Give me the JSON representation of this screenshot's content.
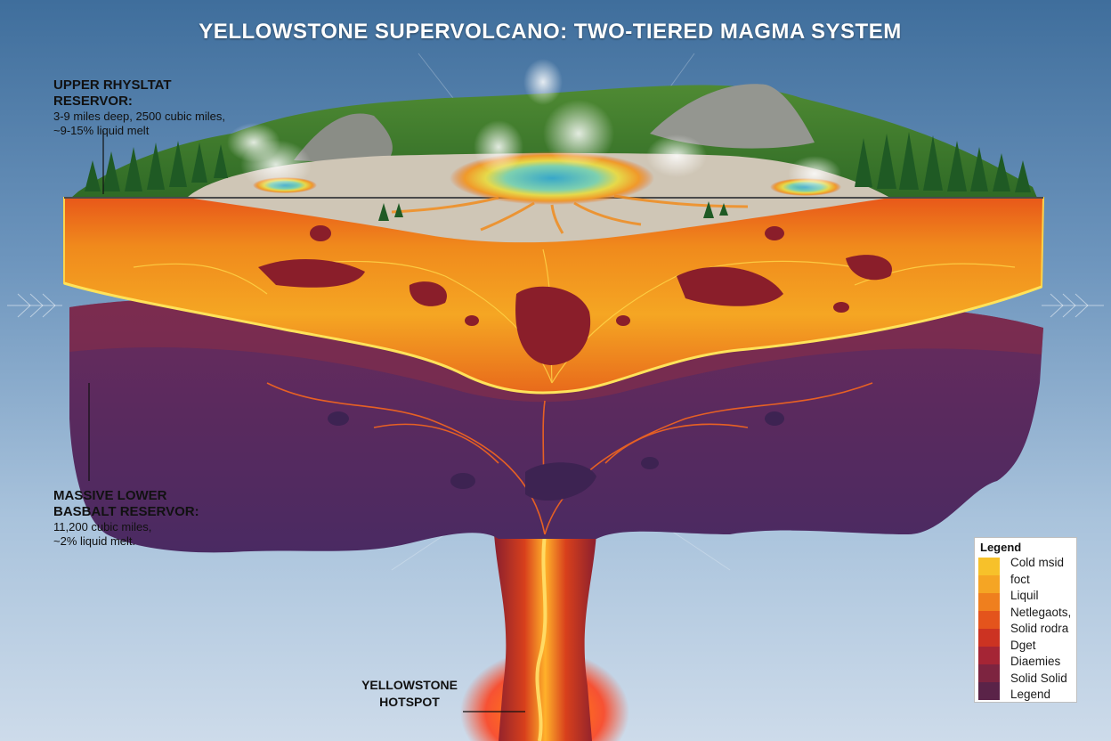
{
  "title": "YELLOWSTONE SUPERVOLCANO: TWO-TIERED MAGMA SYSTEM",
  "upper_reservoir": {
    "heading": "UPPER RHYSLTAT RESERVOR:",
    "line1": "3-9 miles deep, 2500 cubic miles,",
    "line2": "~9-15% liquid melt"
  },
  "lower_reservoir": {
    "heading1": "MASSIVE LOWER",
    "heading2": "BASBALT RESERVOR:",
    "line1": "11,200 cubic miles,",
    "line2": "~2% liquid melt."
  },
  "hotspot": {
    "line1": "YELLOWSTONE",
    "line2": "HOTSPOT"
  },
  "legend": {
    "title": "Legend",
    "items": [
      "Cold msid",
      "foct",
      "Liquil",
      "Netlegaots,",
      "Solid rodra",
      "Dget",
      "Diaemies",
      "Solid Solid",
      "Legend"
    ],
    "colors": [
      "#f7c12a",
      "#f5a524",
      "#ef7f1e",
      "#e4541c",
      "#cc3322",
      "#a52535",
      "#7d2440",
      "#5a2348",
      "#3b1e47"
    ]
  },
  "colors": {
    "upper_magma": "#f08a1c",
    "lower_crust": "#5a2a5e",
    "hotspot_glow": "#ff4a1a",
    "sky": "#4a78a8"
  },
  "icons": [
    "pine-tree-icon",
    "steam-plume-icon",
    "hot-spring-pool-icon"
  ]
}
